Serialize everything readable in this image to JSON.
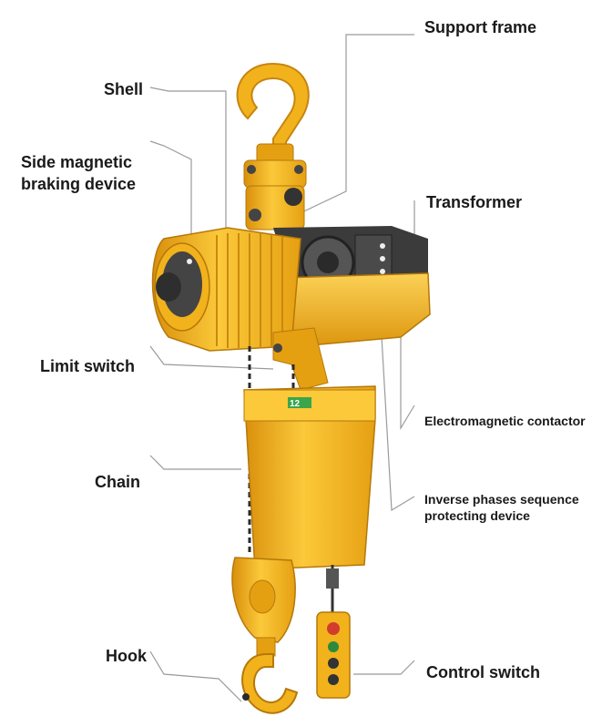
{
  "labels": {
    "support_frame": "Support frame",
    "shell": "Shell",
    "side_magnetic_line1": "Side magnetic",
    "side_magnetic_line2": "braking device",
    "transformer": "Transformer",
    "limit_switch": "Limit switch",
    "electromagnetic_contactor": "Electromagnetic contactor",
    "chain": "Chain",
    "inverse_line1": "Inverse phases sequence",
    "inverse_line2": "protecting device",
    "hook": "Hook",
    "control_switch": "Control switch"
  },
  "body_marks": {
    "plate_number": "12"
  },
  "colors": {
    "body_yellow": "#f2b21c",
    "body_shadow": "#d98f0c",
    "body_light": "#fbd156",
    "dark_metal": "#3a3a3a",
    "leader_line": "#9a9a9a",
    "text": "#1a1a1a"
  }
}
